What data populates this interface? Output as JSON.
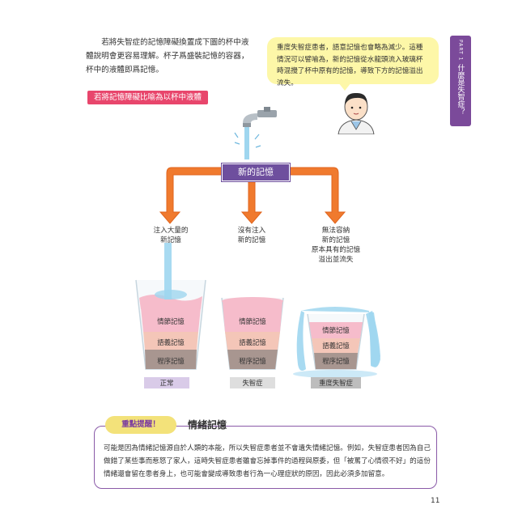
{
  "intro": {
    "text": "若將失智症的記憶障礙換置成下圖的杯中液體說明會更容易理解。杯子爲盛裝記憶的容器，杯中的液體即爲記憶。"
  },
  "speech": {
    "text": "重度失智症患者，語意記憶也會略為減少。這種情況可以譬喻為，新的記憶從水龍頭流入玻璃杯時混攪了杯中原有的記憶，導致下方的記憶溢出流失。"
  },
  "side_tab": {
    "part": "PART 1",
    "title": "什麼是失智症？"
  },
  "banner": {
    "text": "若將記憶障礙比喻為以杯中液體"
  },
  "diagram": {
    "center_label": "新的記憶",
    "branches": [
      {
        "caption": "注入大量的\n新記憶",
        "note": ""
      },
      {
        "caption": "沒有注入\n新的記憶",
        "note": ""
      },
      {
        "caption": "無法容納\n新的記憶",
        "note": "原本具有的記憶\n溢出並流失"
      }
    ],
    "cups": [
      {
        "layers": [
          "情節記憶",
          "語義記憶",
          "程序記憶"
        ],
        "status": "正常"
      },
      {
        "layers": [
          "情節記憶",
          "語義記憶",
          "程序記憶"
        ],
        "status": "失智症"
      },
      {
        "layers": [
          "情節記憶",
          "語義記憶",
          "程序記憶"
        ],
        "status": "重度失智症"
      }
    ],
    "colors": {
      "arrow": "#f07a2e",
      "layer_top": "#f6bccb",
      "layer_mid": "#f4c6b8",
      "layer_bottom": "#a89690",
      "water": "#9fd6ef"
    }
  },
  "callout": {
    "tag": "重點提醒！",
    "title": "情緒記憶",
    "body": "可能是因為情緒記憶源自於人類的本能，所以失智症患者並不會遺失情緒記憶。例如，失智症患者因為自己做錯了某些事而惹怒了家人，這時失智症患者雖會忘掉事件的過程與原委，但「被罵了心情很不好」的這份情緒還會留在患者身上，也可能會變成導致患者行為一心理症狀的原因，因此必須多加留意。"
  },
  "page_number": "11"
}
